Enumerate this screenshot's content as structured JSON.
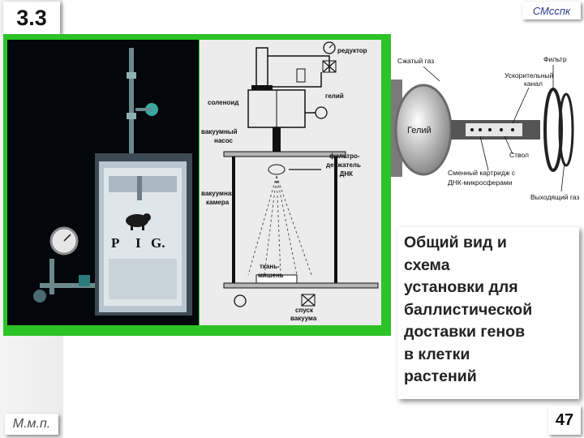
{
  "slide": {
    "number_badge": "3.3",
    "org_label": "СМсспк",
    "author_label": "М.м.п.",
    "page_number": "47"
  },
  "caption_lines": [
    "Общий вид и",
    "схема",
    "установки для",
    "баллистической",
    "доставки генов",
    "в клетки",
    "растений"
  ],
  "photo": {
    "label_left": "P",
    "label_mid": "I",
    "label_right": "G."
  },
  "schema": {
    "reductor": "редуктор",
    "solenoid": "соленоид",
    "helium": "гелий",
    "vacuum_pump_1": "вакуумный",
    "vacuum_pump_2": "насос",
    "filter_holder_1": "фильтро-",
    "filter_holder_2": "держатель",
    "filter_holder_3": "с ДНК",
    "chamber_1": "вакуумная",
    "chamber_2": "камера",
    "target_1": "ткань-",
    "target_2": "мишень",
    "release_1": "спуск",
    "release_2": "вакуума"
  },
  "gun_diagram": {
    "compressed_gas": "Сжатый газ",
    "filter": "Фильтр",
    "accel_1": "Ускорительный",
    "accel_2": "канал",
    "helium": "Гелий",
    "barrel": "Ствол",
    "cartridge_1": "Сменный картридж с",
    "cartridge_2": "ДНК-микросферами",
    "exhaust": "Выходящий газ"
  },
  "colors": {
    "frame_green": "#2bc326",
    "org_text": "#2b3a8c"
  }
}
